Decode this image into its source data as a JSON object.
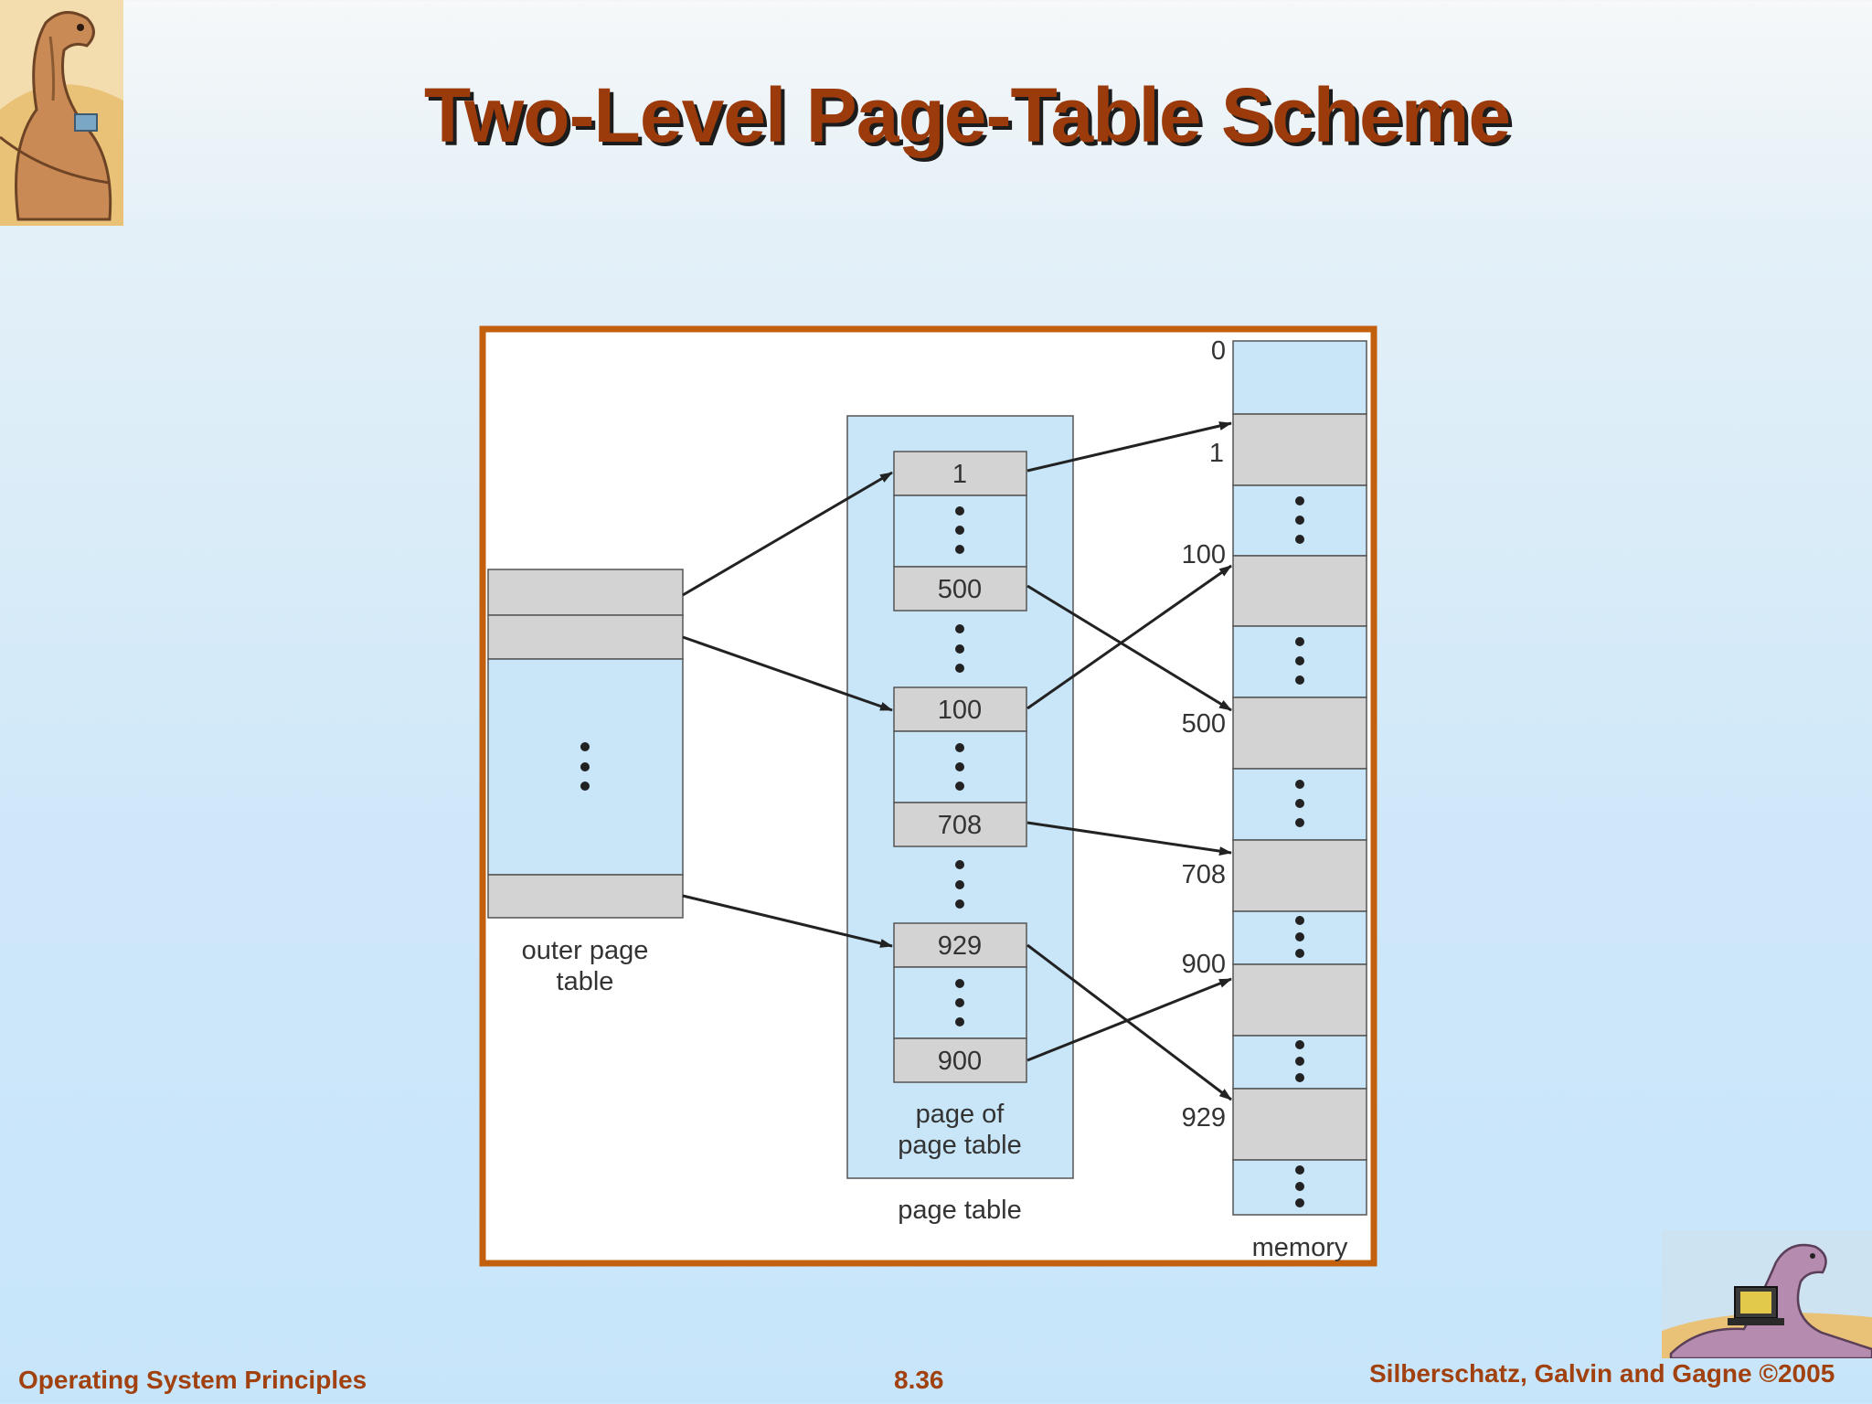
{
  "slide": {
    "title": "Two-Level Page-Table Scheme"
  },
  "diagram": {
    "outer_table_label_line1": "outer page",
    "outer_table_label_line2": "table",
    "page_of_page_table_line1": "page of",
    "page_of_page_table_line2": "page table",
    "page_table_label": "page table",
    "memory_label": "memory",
    "page_entries": [
      "1",
      "500",
      "100",
      "708",
      "929",
      "900"
    ],
    "memory_addresses": [
      "0",
      "1",
      "100",
      "500",
      "708",
      "900",
      "929"
    ]
  },
  "footer": {
    "left": "Operating System Principles",
    "center": "8.36",
    "right": "Silberschatz, Galvin and Gagne ©2005"
  },
  "colors": {
    "title": "#9b3a0b",
    "frame": "#c2600e",
    "cell_blue": "#c8e6f8",
    "cell_gray": "#d3d3d3",
    "footer": "#a0410f"
  }
}
